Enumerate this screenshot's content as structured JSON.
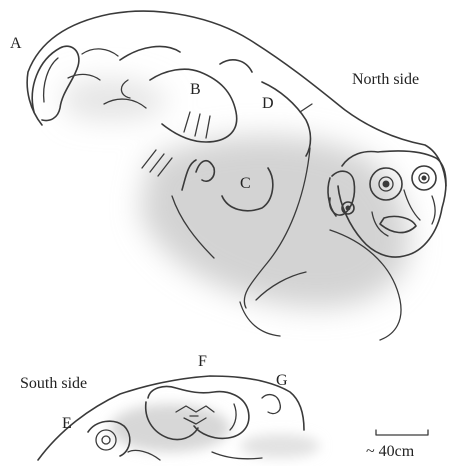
{
  "labels": {
    "a": "A",
    "b": "B",
    "c": "C",
    "d": "D",
    "e": "E",
    "f": "F",
    "g": "G"
  },
  "views": {
    "north": "North side",
    "south": "South side"
  },
  "scale_bar": {
    "text": "~ 40cm"
  },
  "colors": {
    "line": "#3a3a3a",
    "shade": "#cfcfcf",
    "text": "#222222"
  }
}
